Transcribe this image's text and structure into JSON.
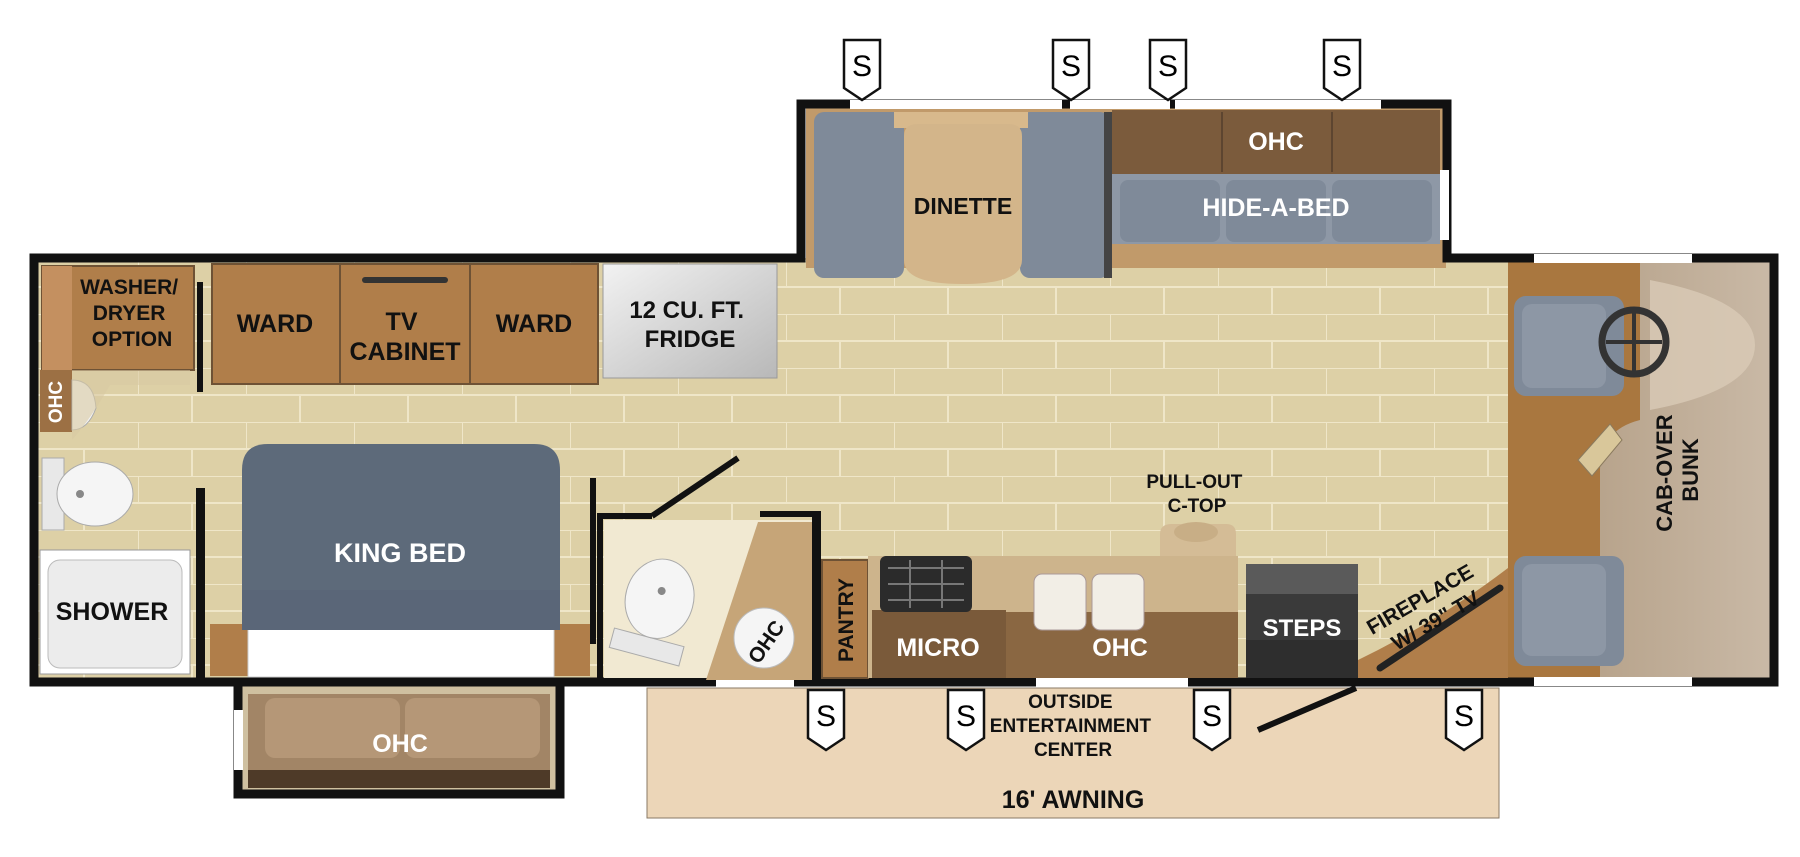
{
  "labels": {
    "washer_dryer": [
      "WASHER/",
      "DRYER",
      "OPTION"
    ],
    "ward_left": "WARD",
    "tv_cabinet": [
      "TV",
      "CABINET"
    ],
    "ward_right": "WARD",
    "fridge": [
      "12 CU. FT.",
      "FRIDGE"
    ],
    "dinette": "DINETTE",
    "ohc_top": "OHC",
    "hide_a_bed": "HIDE-A-BED",
    "ohc_bath_left": "OHC",
    "king_bed": "KING BED",
    "shower": "SHOWER",
    "ohc_bottom_left": "OHC",
    "ohc_bath_corner": "OHC",
    "pantry": "PANTRY",
    "micro": "MICRO",
    "ohc_kitchen": "OHC",
    "pull_out": [
      "PULL-OUT",
      "C-TOP"
    ],
    "steps": "STEPS",
    "fireplace": [
      "FIREPLACE",
      "W/ 39\" TV"
    ],
    "cab_over": [
      "CAB-OVER",
      "BUNK"
    ],
    "outside_ent": [
      "OUTSIDE",
      "ENTERTAINMENT",
      "CENTER"
    ],
    "awning": "16' AWNING"
  },
  "speaker_marker": "S",
  "colors": {
    "wall": "#111111",
    "floor": "#ddd0a6",
    "tile_line": "#efe6c8",
    "wood": "#b07e4a",
    "wood_dark": "#6e5235",
    "gray_furniture": "#7f8a99",
    "bed_blue": "#5d6a7a",
    "awning": "#ecd6b8",
    "cab": "#c7b6a2"
  }
}
